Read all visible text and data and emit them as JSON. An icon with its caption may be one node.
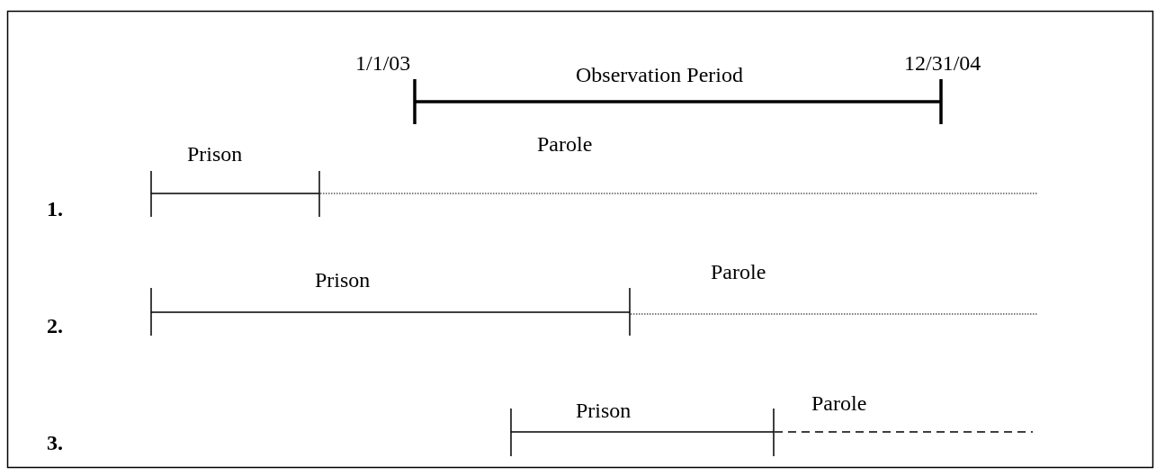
{
  "diagram": {
    "labels": [
      "1/1/03",
      "Observation Period",
      "12/31/04",
      "1.",
      "Prison",
      "Parole",
      "2.",
      "Prison",
      "Parole",
      "3.",
      "Prison",
      "Parole"
    ]
  }
}
